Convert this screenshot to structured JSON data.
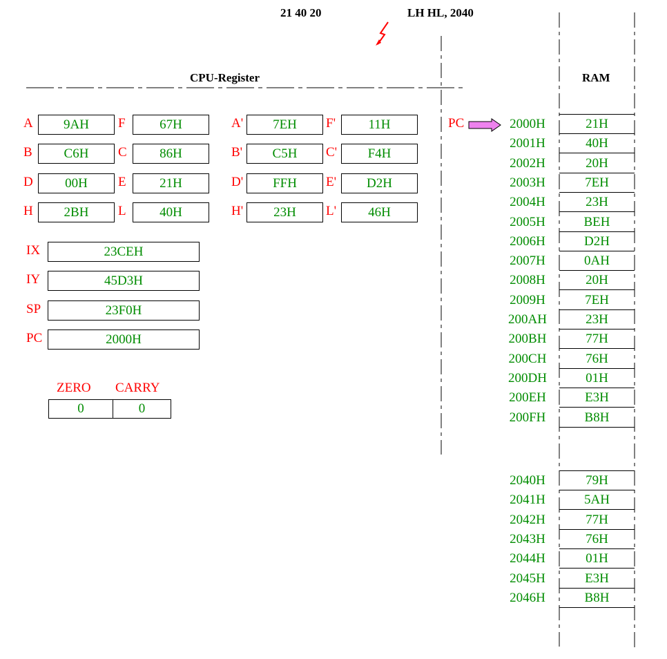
{
  "header": {
    "hex_code": "21 40 20",
    "instruction": "LH HL, 2040"
  },
  "cpu_title": "CPU-Register",
  "ram_title": "RAM",
  "pc_pointer_label": "PC",
  "registers_main": [
    {
      "name": "A",
      "value": "9AH"
    },
    {
      "name": "F",
      "value": "67H"
    },
    {
      "name": "B",
      "value": "C6H"
    },
    {
      "name": "C",
      "value": "86H"
    },
    {
      "name": "D",
      "value": "00H"
    },
    {
      "name": "E",
      "value": "21H"
    },
    {
      "name": "H",
      "value": "2BH"
    },
    {
      "name": "L",
      "value": "40H"
    }
  ],
  "registers_alt": [
    {
      "name": "A'",
      "value": "7EH"
    },
    {
      "name": "F'",
      "value": "11H"
    },
    {
      "name": "B'",
      "value": "C5H"
    },
    {
      "name": "C'",
      "value": "F4H"
    },
    {
      "name": "D'",
      "value": "FFH"
    },
    {
      "name": "E'",
      "value": "D2H"
    },
    {
      "name": "H'",
      "value": "23H"
    },
    {
      "name": "L'",
      "value": "46H"
    }
  ],
  "registers_16": [
    {
      "name": "IX",
      "value": "23CEH"
    },
    {
      "name": "IY",
      "value": "45D3H"
    },
    {
      "name": "SP",
      "value": "23F0H"
    },
    {
      "name": "PC",
      "value": "2000H"
    }
  ],
  "flags": [
    {
      "name": "ZERO",
      "value": "0"
    },
    {
      "name": "CARRY",
      "value": "0"
    }
  ],
  "ram_block1": [
    {
      "addr": "2000H",
      "value": "21H"
    },
    {
      "addr": "2001H",
      "value": "40H"
    },
    {
      "addr": "2002H",
      "value": "20H"
    },
    {
      "addr": "2003H",
      "value": "7EH"
    },
    {
      "addr": "2004H",
      "value": "23H"
    },
    {
      "addr": "2005H",
      "value": "BEH"
    },
    {
      "addr": "2006H",
      "value": "D2H"
    },
    {
      "addr": "2007H",
      "value": "0AH"
    },
    {
      "addr": "2008H",
      "value": "20H"
    },
    {
      "addr": "2009H",
      "value": "7EH"
    },
    {
      "addr": "200AH",
      "value": "23H"
    },
    {
      "addr": "200BH",
      "value": "77H"
    },
    {
      "addr": "200CH",
      "value": "76H"
    },
    {
      "addr": "200DH",
      "value": "01H"
    },
    {
      "addr": "200EH",
      "value": "E3H"
    },
    {
      "addr": "200FH",
      "value": "B8H"
    }
  ],
  "ram_block2": [
    {
      "addr": "2040H",
      "value": "79H"
    },
    {
      "addr": "2041H",
      "value": "5AH"
    },
    {
      "addr": "2042H",
      "value": "77H"
    },
    {
      "addr": "2043H",
      "value": "76H"
    },
    {
      "addr": "2044H",
      "value": "01H"
    },
    {
      "addr": "2045H",
      "value": "E3H"
    },
    {
      "addr": "2046H",
      "value": "B8H"
    }
  ],
  "colors": {
    "label": "#ff0000",
    "value": "#008c00",
    "arrow": "#ee82ee",
    "lightning": "#ff0000"
  }
}
